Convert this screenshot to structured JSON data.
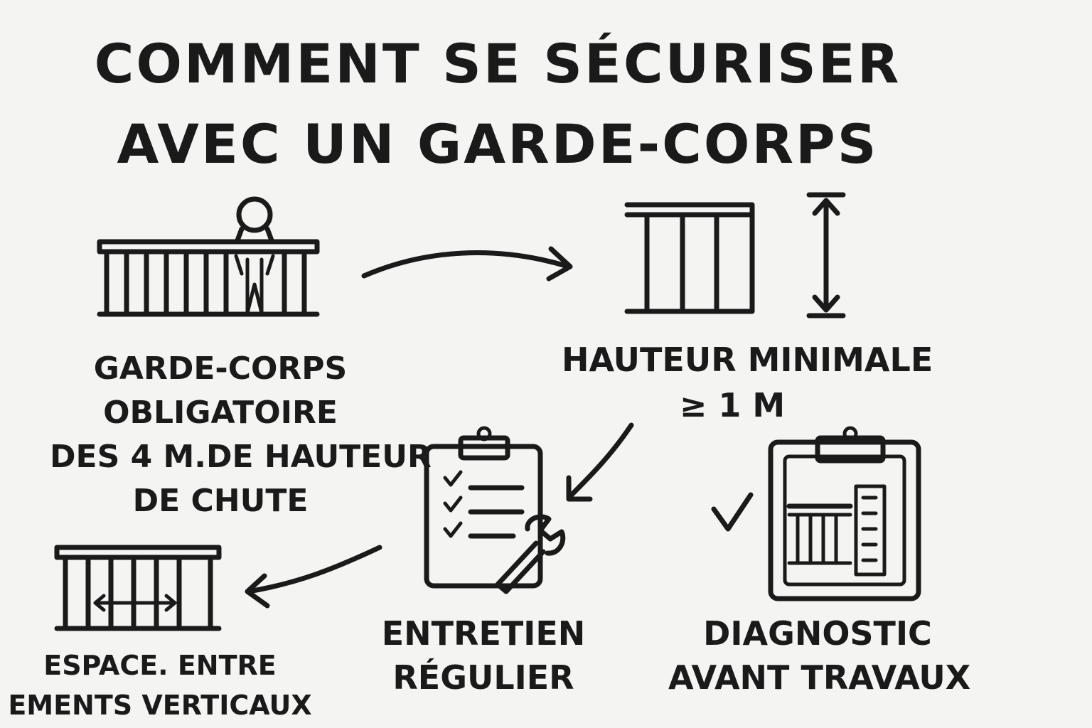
{
  "title": {
    "line1": "COMMENT SE SÉCURISER",
    "line2": "AVEC UN GARDE-CORPS"
  },
  "steps": {
    "obligatoire": {
      "line1": "GARDE-CORPS",
      "line2": "OBLIGATOIRE",
      "line3": "DES 4 M.DE HAUTEUR",
      "line4": "DE CHUTE"
    },
    "hauteur": {
      "line1": "HAUTEUR MINIMALE",
      "line2": "≥ 1 M"
    },
    "entretien": {
      "line1": "ENTRETIEN",
      "line2": "RÉGULIER"
    },
    "diagnostic": {
      "line1": "DIAGNOSTIC",
      "line2": "AVANT TRAVAUX"
    },
    "espace": {
      "line1": "ESPACE. ENTRE",
      "line2": "EMENTS VERTICAUX"
    }
  },
  "icons": {
    "obligatoire": "railing-person-icon",
    "hauteur": "railing-height-icon",
    "entretien": "clipboard-wrench-icon",
    "diagnostic": "clipboard-railing-icon",
    "espace": "railing-spacing-icon"
  }
}
